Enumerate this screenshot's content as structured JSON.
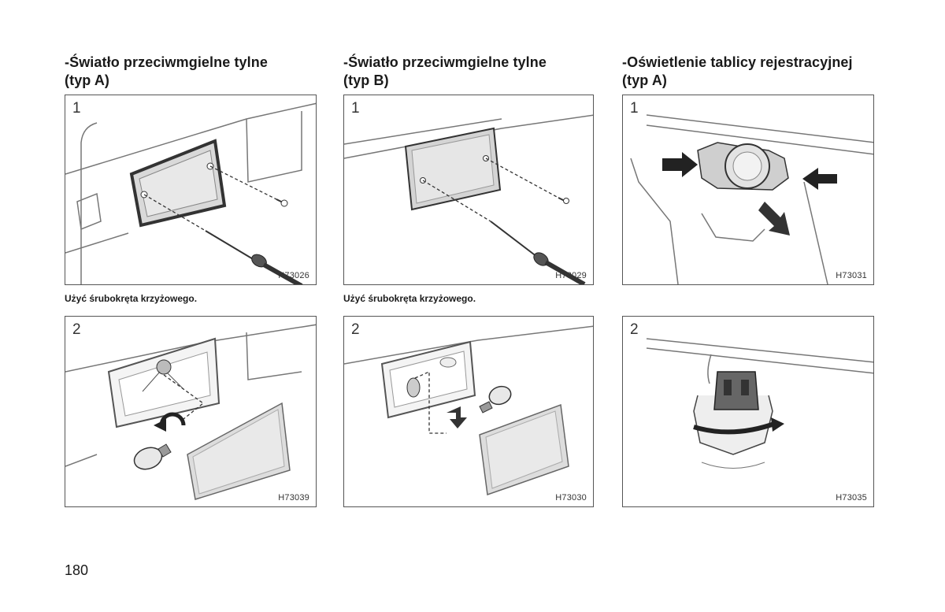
{
  "columns": [
    {
      "heading": [
        "-Światło przeciwmgielne tylne",
        "(typ A)"
      ],
      "figures": [
        {
          "step": "1",
          "code": "H73026"
        },
        {
          "step": "2",
          "code": "H73039"
        }
      ],
      "caption": "Użyć śrubokręta krzyżowego."
    },
    {
      "heading": [
        "-Światło przeciwmgielne tylne",
        "(typ B)"
      ],
      "figures": [
        {
          "step": "1",
          "code": "H73029"
        },
        {
          "step": "2",
          "code": "H73030"
        }
      ],
      "caption": "Użyć śrubokręta krzyżowego."
    },
    {
      "heading": [
        "-Oświetlenie tablicy rejestracyjnej",
        "(typ A)"
      ],
      "figures": [
        {
          "step": "1",
          "code": "H73031"
        },
        {
          "step": "2",
          "code": "H73035"
        }
      ]
    }
  ],
  "page_number": "180"
}
